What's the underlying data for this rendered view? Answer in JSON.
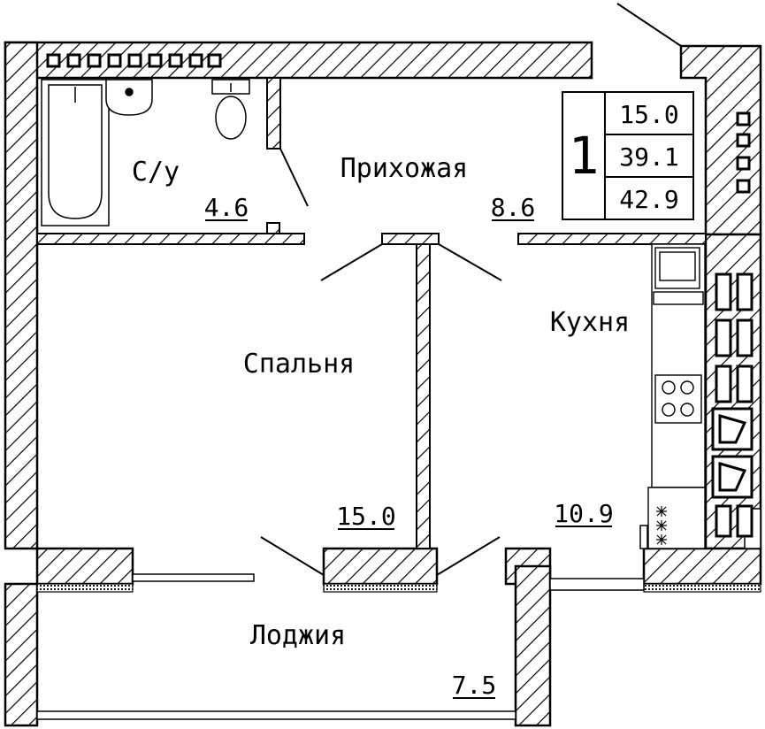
{
  "rooms": {
    "bathroom": {
      "name": "С/у",
      "area": "4.6"
    },
    "hallway": {
      "name": "Прихожая",
      "area": "8.6"
    },
    "bedroom": {
      "name": "Спальня",
      "area": "15.0"
    },
    "kitchen": {
      "name": "Кухня",
      "area": "10.9"
    },
    "loggia": {
      "name": "Лоджия",
      "area": "7.5"
    }
  },
  "summary": {
    "room_count": "1",
    "living_area": "15.0",
    "total_area": "39.1",
    "total_with_loggia": "42.9"
  }
}
